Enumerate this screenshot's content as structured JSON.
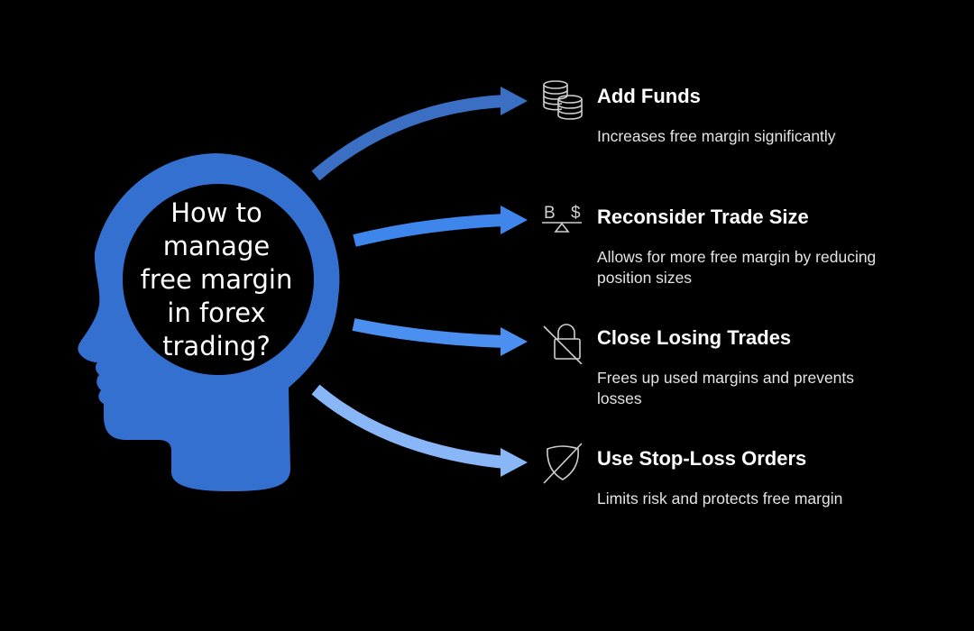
{
  "center": {
    "question_lines": [
      "How to",
      "manage",
      "free margin",
      "in forex",
      "trading?"
    ]
  },
  "colors": {
    "background": "#000000",
    "head": "#3470d0",
    "arrow_1": "#3a6fc4",
    "arrow_2": "#3f86ec",
    "arrow_3": "#4b8ff0",
    "arrow_4": "#88b6f7"
  },
  "items": [
    {
      "icon": "coins-stack-icon",
      "title": "Add Funds",
      "description": "Increases free margin significantly"
    },
    {
      "icon": "balance-scale-icon",
      "title": "Reconsider Trade Size",
      "description": "Allows for more free margin by reducing position sizes"
    },
    {
      "icon": "unlocked-crossed-icon",
      "title": "Close Losing Trades",
      "description": "Frees up used margins and prevents losses"
    },
    {
      "icon": "shield-slash-icon",
      "title": "Use Stop-Loss Orders",
      "description": "Limits risk and protects free margin"
    }
  ],
  "icon_glyphs": {
    "balance_left": "B",
    "balance_right": "$"
  }
}
